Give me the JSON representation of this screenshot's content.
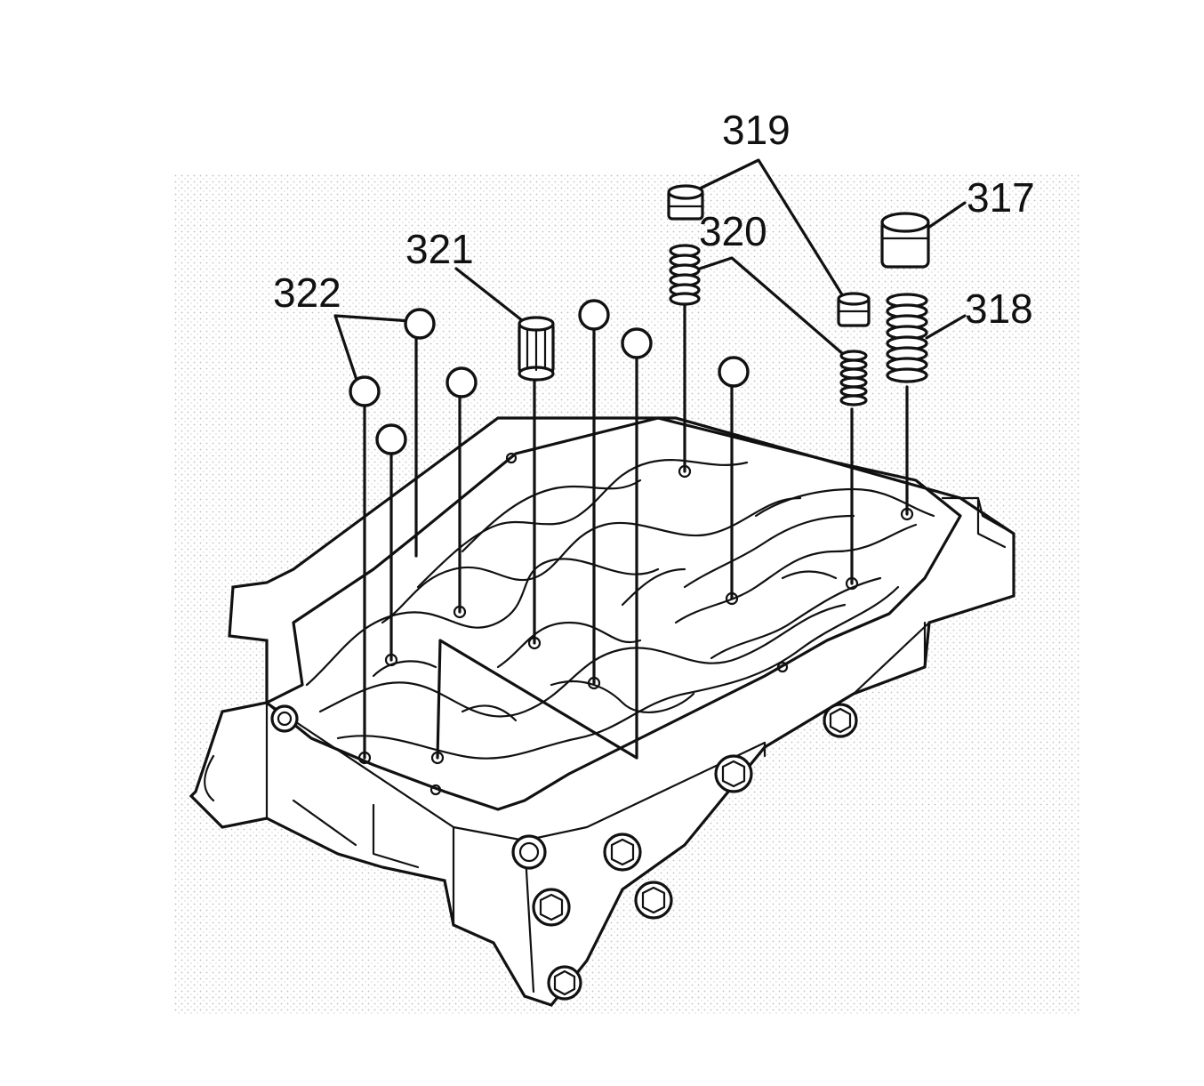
{
  "figure": {
    "callouts": {
      "c317": "317",
      "c318": "318",
      "c319": "319",
      "c320": "320",
      "c321": "321",
      "c322": "322"
    }
  }
}
